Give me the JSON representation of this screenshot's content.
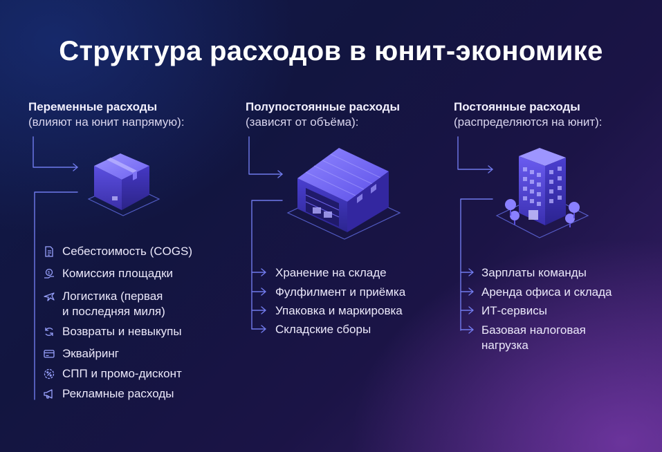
{
  "title": "Структура расходов в юнит-экономике",
  "columns": [
    {
      "heading": "Переменные расходы",
      "subheading": "(влияют на юнит напрямую):",
      "illustration": "box-icon",
      "items": [
        {
          "label": "Себестоимость (COGS)",
          "icon": "document-icon"
        },
        {
          "label": "Комиссия площадки",
          "icon": "commission-icon"
        },
        {
          "label": "Логистика (первая",
          "label2": "и последняя миля)",
          "icon": "plane-icon"
        },
        {
          "label": "Возвраты и невыкупы",
          "icon": "return-icon"
        },
        {
          "label": "Эквайринг",
          "icon": "card-icon"
        },
        {
          "label": "СПП и промо-дисконт",
          "icon": "discount-icon"
        },
        {
          "label": "Рекламные расходы",
          "icon": "megaphone-icon"
        }
      ]
    },
    {
      "heading": "Полупостоянные расходы",
      "subheading": "(зависят от объёма):",
      "illustration": "warehouse-icon",
      "items": [
        {
          "label": "Хранение на складе"
        },
        {
          "label": "Фулфилмент и приёмка"
        },
        {
          "label": "Упаковка и маркировка"
        },
        {
          "label": "Складские сборы"
        }
      ]
    },
    {
      "heading": "Постоянные расходы",
      "subheading": "(распределяются на юнит):",
      "illustration": "office-building-icon",
      "items": [
        {
          "label": "Зарплаты команды"
        },
        {
          "label": "Аренда офиса и склада"
        },
        {
          "label": "ИТ-сервисы"
        },
        {
          "label": "Базовая налоговая",
          "label2": "нагрузка"
        }
      ]
    }
  ],
  "colors": {
    "accent": "#7b86ff",
    "illustration_main": "#6a5cf0",
    "glow": "#8f7dff"
  }
}
